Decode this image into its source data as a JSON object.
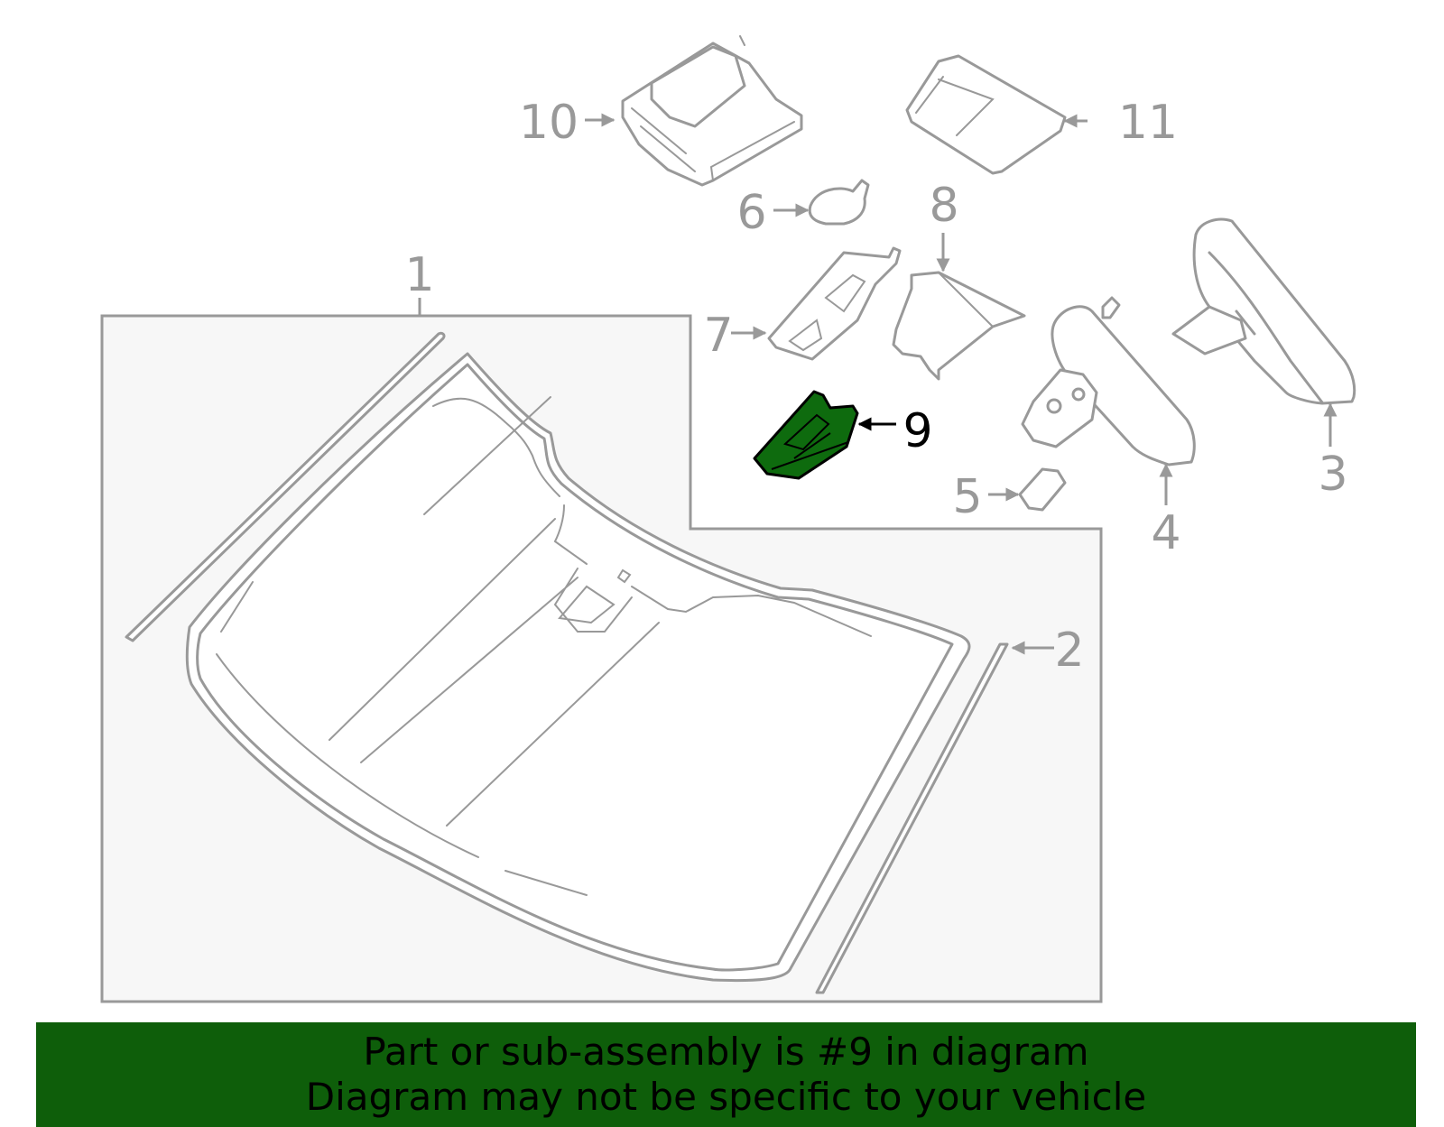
{
  "diagram": {
    "labels": {
      "p1": "1",
      "p2": "2",
      "p3": "3",
      "p4": "4",
      "p5": "5",
      "p6": "6",
      "p7": "7",
      "p8": "8",
      "p9": "9",
      "p10": "10",
      "p11": "11"
    },
    "highlight_part": "9",
    "colors": {
      "highlight_fill": "#0e6b0e",
      "line": "#999999",
      "box_fill": "#f7f7f7",
      "banner": "#0e5e0a"
    }
  },
  "banner": {
    "line1": "Part or sub-assembly is #9 in diagram",
    "line2": "Diagram may not be specific to your vehicle"
  }
}
